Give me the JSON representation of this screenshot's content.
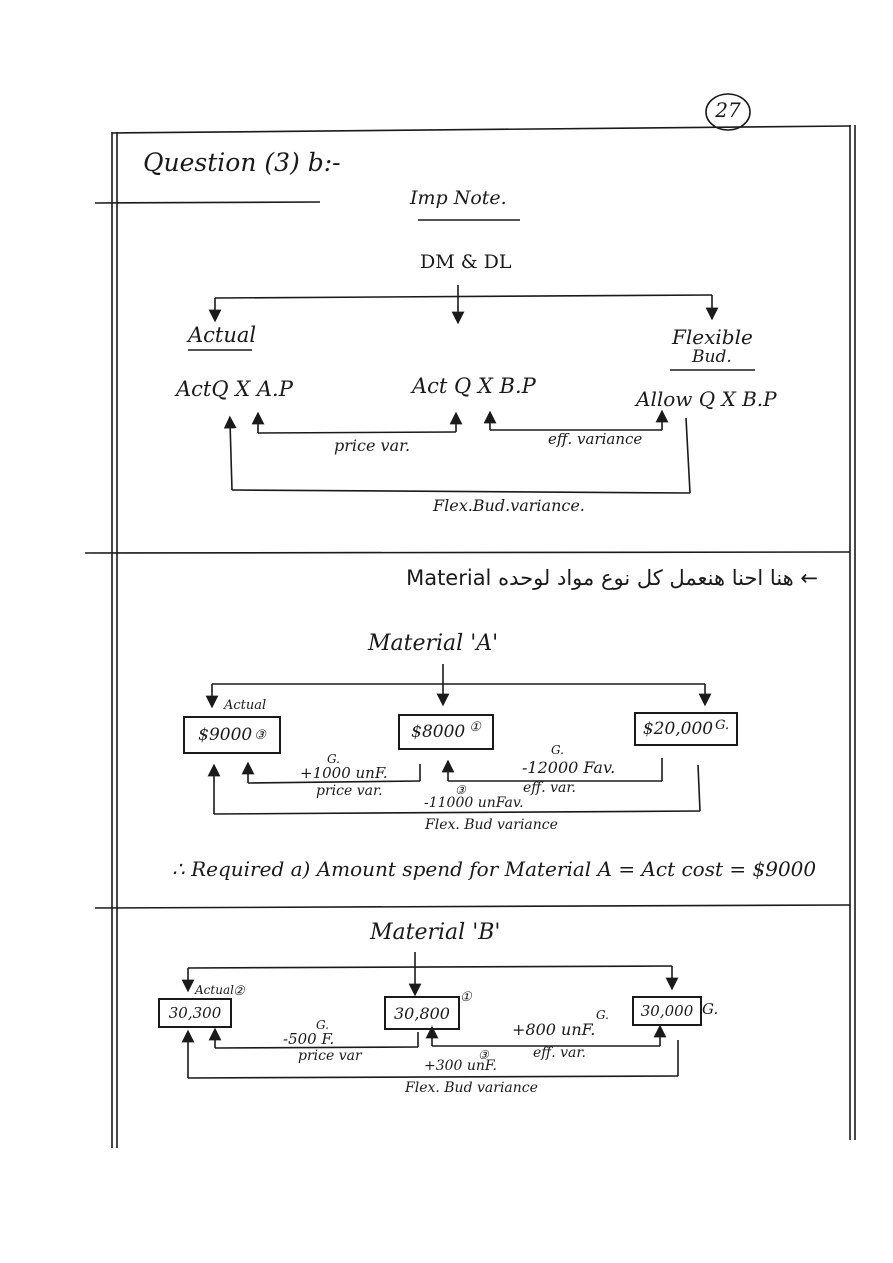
{
  "page_number": "27",
  "question": "Question (3) b:-",
  "note": {
    "title": "Imp Note.",
    "top": "DM & DL",
    "actual": "Actual",
    "flexible": "Flexible",
    "flexible2": "Bud.",
    "col1": "ActQ X A.P",
    "col2": "Act Q X B.P",
    "col3": "Allow Q X B.P",
    "price_var": "price var.",
    "eff_var": "eff. variance",
    "flex_var": "Flex.Bud.variance."
  },
  "arabic_line": "← هنا احنا هنعمل كل نوع مواد لوحده Material",
  "material_a": {
    "title": "Material 'A'",
    "actual_label": "Actual",
    "box1": "$9000",
    "box1_mark": "③",
    "box2": "$8000",
    "box2_mark": "①",
    "box3": "$20,000",
    "box3_mark": "G.",
    "price_g": "G.",
    "price_value": "+1000 unF.",
    "price_label": "price var.",
    "eff_g": "G.",
    "eff_value": "-12000 Fav.",
    "eff_label": "eff. var.",
    "total_mark": "③",
    "total_value": "-11000 unFav.",
    "flex_label": "Flex. Bud variance"
  },
  "required": "∴ Required a) Amount spend for Material A = Act cost = $9000",
  "material_b": {
    "title": "Material 'B'",
    "actual_label": "Actual",
    "actual_mark": "②",
    "box1": "30,300",
    "box2": "30,800",
    "box2_mark": "①",
    "box3": "30,000",
    "box3_mark": "G.",
    "price_g": "G.",
    "price_value": "-500 F.",
    "price_label": "price var",
    "eff_g": "G.",
    "eff_value": "+800 unF.",
    "eff_label": "eff. var.",
    "total_mark": "③",
    "total_value": "+300 unF.",
    "flex_label": "Flex. Bud variance"
  }
}
